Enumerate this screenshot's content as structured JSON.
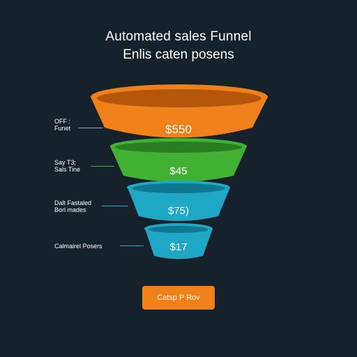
{
  "header": {
    "title": "Automated sales Funnel",
    "subtitle": "Enlis caten posens"
  },
  "stages": [
    {
      "label_line1": "OFF :",
      "label_line2": "Funet",
      "value": "$550",
      "color": "#f08019",
      "shadow": "#b5570b",
      "inner": "#d96a0e",
      "line": "#8fa6b0"
    },
    {
      "label_line1": "Say T3;",
      "label_line2": "Sals Tine",
      "value": "$45",
      "color": "#41b133",
      "shadow": "#2a7e22",
      "inner": "#3aa12d",
      "line": "#41b133"
    },
    {
      "label_line1": "Dalt Fastaled",
      "label_line2": "Borl mades",
      "value": "$75)",
      "color": "#1ea8c6",
      "shadow": "#11768f",
      "inner": "#1a94b0",
      "line": "#1ea8c6"
    },
    {
      "label_line1": "Calmairel Posers",
      "label_line2": "",
      "value": "$17",
      "color": "#1ea8c6",
      "shadow": "#11768f",
      "inner": "#1a94b0",
      "line": "#1ea8c6"
    }
  ],
  "cta": {
    "label": "Catsp P Rov",
    "color": "#f08019"
  }
}
